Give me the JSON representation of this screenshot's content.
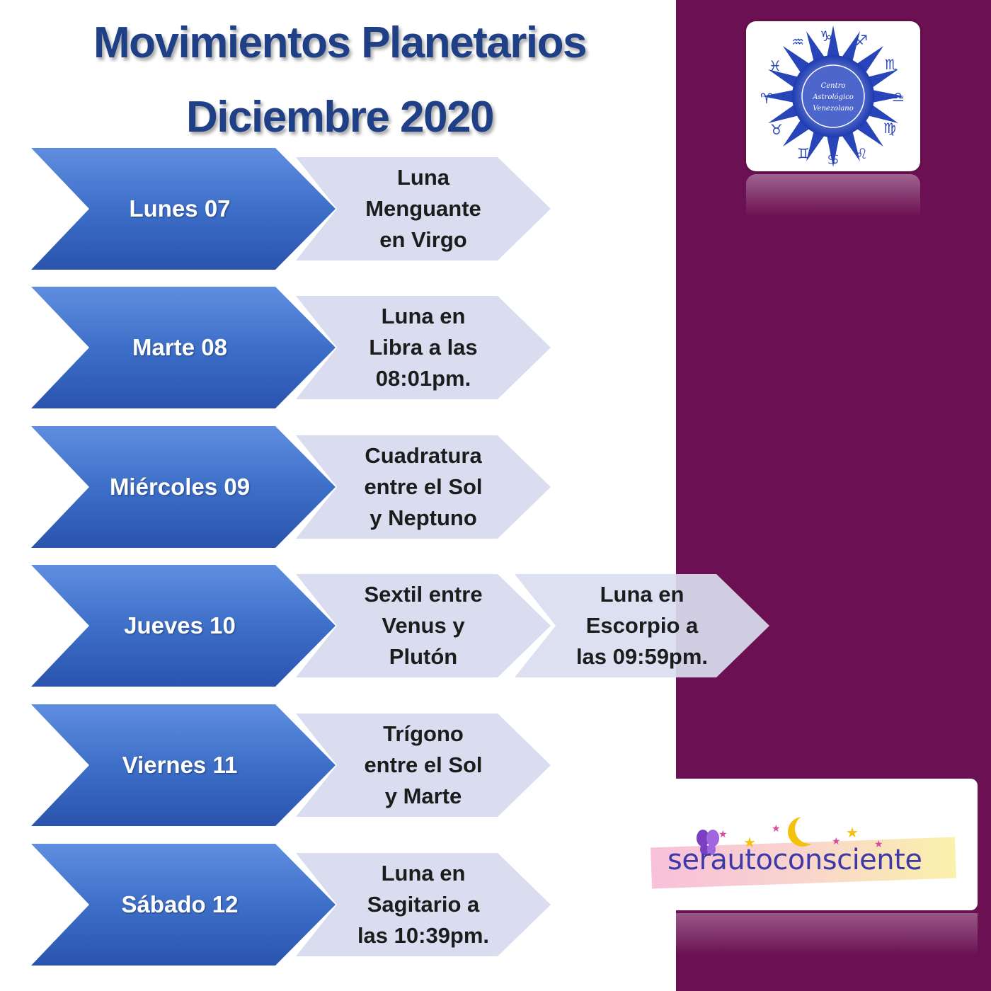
{
  "title": {
    "line1": "Movimientos Planetarios",
    "line2": "Diciembre 2020"
  },
  "rows": [
    {
      "day": "Lunes 07",
      "events": [
        "Luna\nMenguante\nen Virgo"
      ]
    },
    {
      "day": "Marte 08",
      "events": [
        "Luna en\nLibra a las\n08:01pm."
      ]
    },
    {
      "day": "Miércoles 09",
      "events": [
        "Cuadratura\nentre el Sol\ny Neptuno"
      ]
    },
    {
      "day": "Jueves 10",
      "events": [
        "Sextil entre\nVenus y\nPlutón",
        "Luna en\nEscorpio a\nlas 09:59pm."
      ]
    },
    {
      "day": "Viernes 11",
      "events": [
        "Trígono\nentre el Sol\ny Marte"
      ]
    },
    {
      "day": "Sábado 12",
      "events": [
        "Luna en\nSagitario a\nlas 10:39pm."
      ]
    }
  ],
  "logo": {
    "text": "Centro Astrológico Venezolano",
    "icon": "zodiac-sun-icon"
  },
  "brand": {
    "text": "serautoconsciente",
    "icons": [
      "butterfly-icon",
      "moon-icon",
      "star-icon"
    ]
  },
  "colors": {
    "title": "#1f3f86",
    "day_chevron": "#3b6cc6",
    "event_chevron": "#d9ddef",
    "panel": "#6b1052",
    "brand_text": "#3d3aa8"
  }
}
